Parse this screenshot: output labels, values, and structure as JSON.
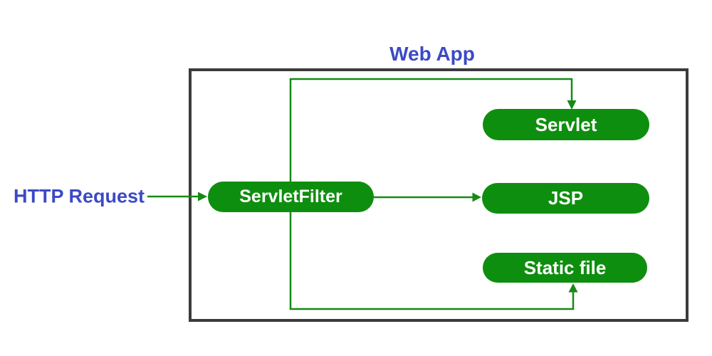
{
  "diagram": {
    "container_label": "Web App",
    "request_label": "HTTP Request",
    "nodes": {
      "filter": "ServletFilter",
      "servlet": "Servlet",
      "jsp": "JSP",
      "static_file": "Static file"
    },
    "edges": [
      {
        "from": "HTTP Request",
        "to": "ServletFilter"
      },
      {
        "from": "ServletFilter",
        "to": "Servlet"
      },
      {
        "from": "ServletFilter",
        "to": "JSP"
      },
      {
        "from": "ServletFilter",
        "to": "Static file"
      }
    ],
    "colors": {
      "node_fill": "#0E8E0E",
      "node_text": "#FFFFFF",
      "connector": "#168A16",
      "label_blue": "#3B4AC4",
      "box_border": "#3B3B3B"
    }
  }
}
